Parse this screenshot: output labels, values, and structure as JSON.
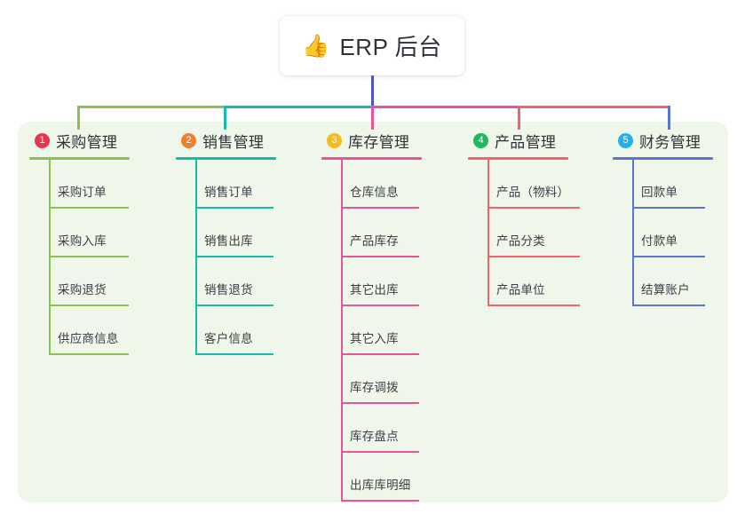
{
  "diagram": {
    "title": "ERP 后台",
    "root": {
      "emoji": "👍",
      "emoji_name": "thumbs-up-emoji",
      "label": "ERP 后台"
    },
    "panel_background": "#eef7e9",
    "root_stem_color": "#4c54c6",
    "branches": [
      {
        "number": "1",
        "label": "采购管理",
        "badge_color": "#e8364f",
        "line_color": "#8cc152",
        "items": [
          "采购订单",
          "采购入库",
          "采购退货",
          "供应商信息"
        ]
      },
      {
        "number": "2",
        "label": "销售管理",
        "badge_color": "#f08030",
        "line_color": "#12bdb0",
        "items": [
          "销售订单",
          "销售出库",
          "销售退货",
          "客户信息"
        ]
      },
      {
        "number": "3",
        "label": "库存管理",
        "badge_color": "#f5bc1a",
        "line_color": "#e8559c",
        "items": [
          "仓库信息",
          "产品库存",
          "其它出库",
          "其它入库",
          "库存调拨",
          "库存盘点",
          "出库库明细"
        ]
      },
      {
        "number": "4",
        "label": "产品管理",
        "badge_color": "#1fb85c",
        "line_color": "#f2636a",
        "items": [
          "产品（物料）",
          "产品分类",
          "产品单位"
        ]
      },
      {
        "number": "5",
        "label": "财务管理",
        "badge_color": "#24b0e8",
        "line_color": "#5b76d0",
        "items": [
          "回款单",
          "付款单",
          "结算账户"
        ]
      }
    ]
  }
}
